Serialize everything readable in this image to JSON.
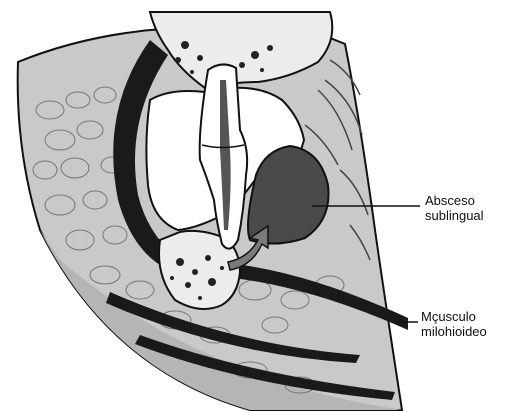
{
  "labels": {
    "abscess": {
      "line1": "Absceso",
      "line2": "sublingual"
    },
    "muscle": {
      "line1": "Mçusculo",
      "line2": "milohioideo"
    }
  },
  "colors": {
    "paper": "#ffffff",
    "soft_tissue": "#c9c9c9",
    "soft_tissue_dark": "#a8a8a8",
    "muscle_band": "#1a1a1a",
    "bone": "#ececec",
    "tooth": "#ffffff",
    "abscess": "#4a4a4a",
    "outline": "#111111"
  }
}
